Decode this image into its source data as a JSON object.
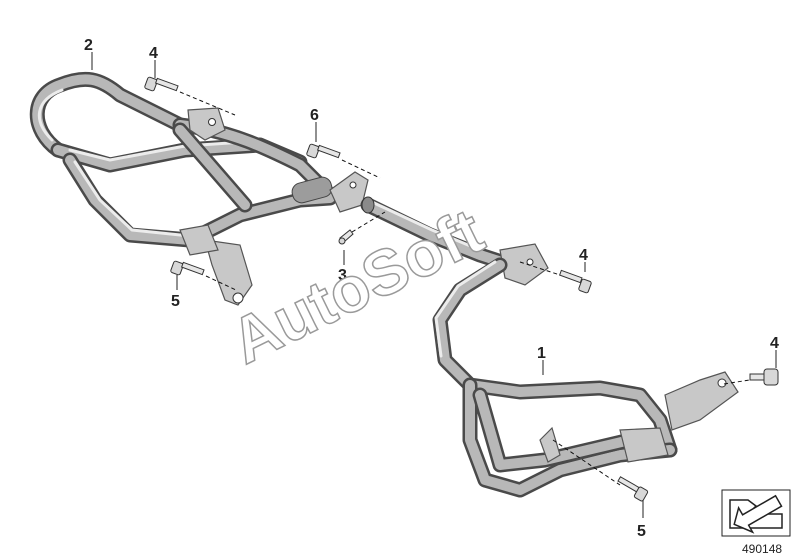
{
  "callouts": {
    "c1": "1",
    "c2": "2",
    "c3": "3",
    "c4a": "4",
    "c4b": "4",
    "c4c": "4",
    "c5a": "5",
    "c5b": "5",
    "c6": "6"
  },
  "watermark": "AutoSoft",
  "image_number": "490148",
  "icons": {
    "orientation": "arrow-pointer-icon"
  },
  "colors": {
    "tube_dark": "#4a4a4a",
    "tube_mid": "#b8b8b8",
    "background": "#ffffff"
  }
}
